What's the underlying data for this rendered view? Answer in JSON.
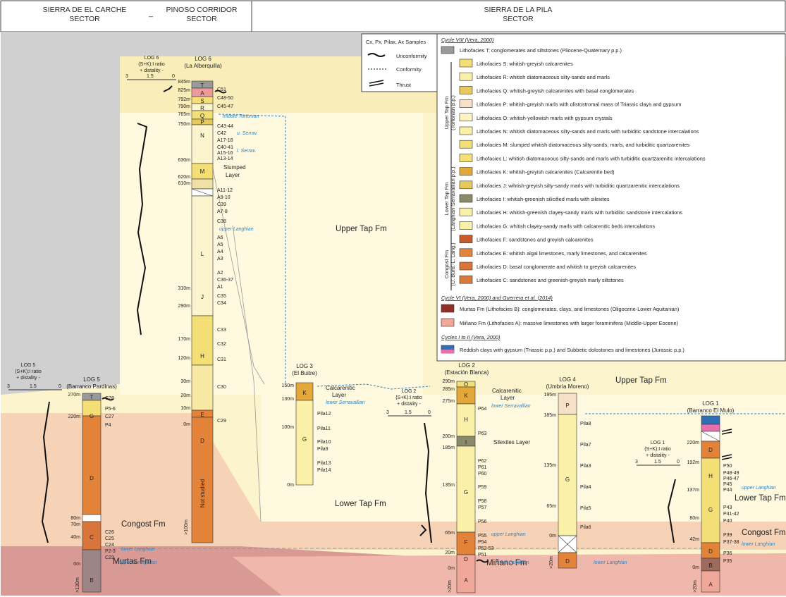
{
  "headers": {
    "carche": "SIERRA DE EL CARCHE",
    "carche_sub": "SECTOR",
    "dash": "_",
    "pinoso": "PINOSO CORRIDOR",
    "pinoso_sub": "SECTOR",
    "pila": "SIERRA DE LA PILA",
    "pila_sub": "SECTOR"
  },
  "symbols": {
    "samples": "Cx, Px, Pilax, Ax  Samples",
    "unconformity": "Unconformity",
    "conformity": "Conformity",
    "thrust": "Thrust"
  },
  "formations": {
    "upper_tap_1": "Upper Tap Fm",
    "upper_tap_2": "Upper Tap Fm",
    "lower_tap_1": "Lower Tap Fm",
    "lower_tap_2": "Lower Tap Fm",
    "congost_1": "Congost Fm",
    "congost_2": "Congost Fm",
    "murtas": "Murtas Fm",
    "minano": "Miñano Fm"
  },
  "ratio_labels": {
    "l6": [
      "LOG 6",
      "(S+K):I ratio",
      "+ distality -"
    ],
    "l5": [
      "LOG 5",
      "(S+K):I ratio",
      "+ distality -"
    ],
    "l2": [
      "LOG 2",
      "(S+K):I ratio",
      "+ distality -"
    ],
    "l1": [
      "LOG 1",
      "(S+K):I ratio",
      "+ distality -"
    ],
    "ticks": [
      "3",
      "1.5",
      "0"
    ]
  },
  "logs": {
    "log6": {
      "title": "LOG 6",
      "sub": "(La Alberquilla)"
    },
    "log5": {
      "title": "LOG 5",
      "sub": "(Barranco Pardinas)"
    },
    "log3": {
      "title": "LOG 3",
      "sub": "(El Buitre)"
    },
    "log2": {
      "title": "LOG 2",
      "sub": "(Estación Blanca)"
    },
    "log4": {
      "title": "LOG 4",
      "sub": "(Umbría Moreno)"
    },
    "log1": {
      "title": "LOG 1",
      "sub": "(Barranco El Mulo)"
    }
  },
  "log6_depths": [
    "845m",
    "825m",
    "792m",
    "790m",
    "765m",
    "750m",
    "630m",
    "620m",
    "610m",
    "310m",
    "290m",
    "170m",
    "120m",
    "30m",
    "20m",
    "10m",
    "0m"
  ],
  "log6_samples": [
    "C51",
    "C48-50",
    "C45-47",
    "C43-44",
    "C42",
    "A17-18",
    "C40-41",
    "A15-16",
    "A13-14",
    "A11-12",
    "A9-10",
    "C39",
    "A7-8",
    "C38",
    "A6",
    "A5",
    "A4",
    "A3",
    "A2",
    "C36-37",
    "A1",
    "C35",
    "C34",
    "C33",
    "C32",
    "C31",
    "C30",
    "C29"
  ],
  "log6_notes": {
    "middle_tort": "middle Tortonian",
    "u_serrav": "u. Serrav.",
    "l_serrav": "l. Serrav.",
    "upper_langhian": "upper Langhian",
    "slumped": "Slumped",
    "layer": "Layer",
    "not_studied": "Not studied",
    "gt100": ">100m"
  },
  "log5_depths": [
    "270m",
    "220m",
    "80m",
    "70m",
    "40m",
    "0m"
  ],
  "log5_samples": [
    "C28",
    "P5-6",
    "P4",
    "C27",
    "C26",
    "C25",
    "C24",
    "P2-3",
    "C23"
  ],
  "log5_notes": {
    "lower_langhian": "lower Langhian",
    "upper_burdigalian": "upper Burdigalian",
    "gt130": ">130m"
  },
  "log3_depths": [
    "150m",
    "130m",
    "100m",
    "0m"
  ],
  "log3_samples": [
    "Pila12",
    "Pila11",
    "Pila10",
    "Pila9",
    "Pila13",
    "Pila14"
  ],
  "log3_notes": {
    "calc": "Calcarenitic",
    "layer": "Layer",
    "lower_serrav": "lower Serravallian"
  },
  "log2_depths": [
    "290m",
    "285m",
    "275m",
    "200m",
    "185m",
    "135m",
    "65m",
    "20m",
    "0m"
  ],
  "log2_samples": [
    "P64",
    "P63",
    "P62",
    "P61",
    "P60",
    "P59",
    "P58",
    "P57",
    "P56",
    "P55",
    "P54",
    "P52-53",
    "P51"
  ],
  "log2_notes": {
    "calc": "Calcarenitic",
    "layer": "Layer",
    "lower_serrav": "lower Serravallian",
    "silexites": "Silexites Layer",
    "upper_langhian": "upper Langhian",
    "lower_langhian": "lower Langhian",
    "gt20": ">20m"
  },
  "log4_depths": [
    "195m",
    "185m",
    "135m",
    "65m",
    "0m"
  ],
  "log4_samples": [
    "Pila8",
    "Pila7",
    "Pila3",
    "Pila4",
    "Pila5",
    "Pila6"
  ],
  "log4_notes": {
    "lower_langhian": "lower Langhian",
    "gt20": ">20m"
  },
  "log1_depths": [
    "220m",
    "192m",
    "137m",
    "80m",
    "42m",
    "0m"
  ],
  "log1_samples": [
    "P50",
    "P48-49",
    "P46-47",
    "P45",
    "P44",
    "P43",
    "P41-42",
    "P40",
    "P39",
    "P37-38",
    "P36",
    "P35"
  ],
  "log1_notes": {
    "upper_langhian": "upper Langhian",
    "lower_langhian": "lower Langhian",
    "gt20": ">20m"
  },
  "letters": {
    "l6": [
      "T",
      "A",
      "S",
      "R",
      "Q",
      "P",
      "N",
      "M",
      "L",
      "J",
      "H",
      "E",
      "D"
    ],
    "l5": [
      "T",
      "G",
      "D",
      "C",
      "B"
    ],
    "l3": [
      "K",
      "G"
    ],
    "l2": [
      "O",
      "K",
      "H",
      "I",
      "G",
      "F",
      "D",
      "A"
    ],
    "l4": [
      "P",
      "G",
      "D"
    ],
    "l1": [
      "D",
      "H",
      "G",
      "D",
      "B",
      "A"
    ]
  },
  "legend": {
    "cycle8": "Cycle VIII (Vera, 2000)",
    "litT": "Lithofacies T: conglomerates and siltstones (Pliocene-Quaternary p.p.)",
    "items": [
      "Lithofacies S: whitish-greyish calcarenites",
      "Lithofacies R: whitish diatomaceous silty-sands and marls",
      "Lithofacies Q: whitish-greyish calcarenites with basal conglomerates",
      "Lithofacies P: whitish-greyish marls with olistostromal mass of Triassic clays and gypsum",
      "Lithofacies O: whitish-yellowish marls with gypsum crystals",
      "Lithofacies N: whitish diatomaceous silty-sands and marls with turbiditic sandstone intercalations",
      "Lithofacies M: slumped whitish diatomaceous silty-sands, marls, and turbiditic quartzarenites",
      "Lithofacies L: whitish diatomaceous silty-sands and marls with turbiditic quartzarenitic intercalations",
      "Lithofacies K: whitish-greyish calcarenites (Calcarenite bed)",
      "Lithofacies J: wihtish-greyish silty-sandy marls with turbiditic quartzarenitic intercalations",
      "Lithofacies I: whitish-greenish silicified marls with silexites",
      "Lithofacies H: whitish-greenish clayey-sandy marls with turbiditic sandstone intercalations",
      "Lithofacies G: whitish clayey-sandy marls with calcarenitic beds intercalations",
      "Lithofacies F: sandstones and greyish calcarenites",
      "Lithofacies E: whitish algal limestones, marly limestones, and calcarenites",
      "Lithofacies D: basal conglomerate and whitish to greyish calcarenites",
      "Lithofacies C: sandstones and greenish-greyish marly siltstones"
    ],
    "cycle6": "Cycle VI (Vera, 2000) and Guerrera et al. (2014)",
    "murtas": "Murtas Fm (Lithofacies B): conglomerates, clays, and limestones (Oligocene-Lower Aquitanian)",
    "minano": "Miñano Fm (Lithofacies A): massive limestones with larger foraminifera (Middle-Upper Eocene)",
    "cycle12": "Cycles I to II (Vera, 2000)",
    "reddish": "Reddish clays with gypsum (Triassic p.p.) and Subbetic dolostones and limestones (Jurassic p.p.)",
    "brackets": {
      "upper1": "Upper Tap Fm",
      "upper2": "(Tortonian p.p.)",
      "lower1": "Lower Tap Fm",
      "lower2": "(Langhian-Serravallian p.p.)",
      "cong1": "Congost Fm",
      "cong2": "(U. Burd.-L. Lang.)"
    }
  },
  "colors": {
    "bg_grey": "#d0d0d0",
    "upper_tap": "#fbf4cc",
    "lower_tap": "#fff9e0",
    "congost": "#f6d3b6",
    "murtas": "#d99a95",
    "minano": "#f0b7ad",
    "orange": "#e3833a",
    "brick": "#c85a2c",
    "yellow": "#f4df76",
    "blue_line": "#2e86c1"
  }
}
